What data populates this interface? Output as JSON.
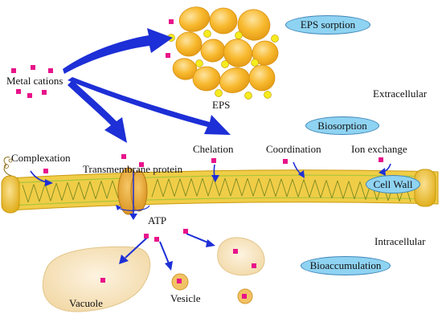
{
  "labels": {
    "metal_cations": "Metal cations",
    "eps": "EPS",
    "extracellular": "Extracellular",
    "complexation": "Complexation",
    "chelation": "Chelation",
    "coordination": "Coordination",
    "ion_exchange": "Ion exchange",
    "transmembrane_protein": "Transmembrane protein",
    "atp": "ATP",
    "intracellular": "Intracellular",
    "vacuole": "Vacuole",
    "vesicle": "Vesicle"
  },
  "mechanisms": {
    "eps_sorption": "EPS sorption",
    "biosorption": "Biosorption",
    "cell_wall": "Cell Wall",
    "bioaccumulation": "Bioaccumulation"
  },
  "colors": {
    "metal_ion": "#e8128a",
    "arrow": "#1d2fd6",
    "eps_bead": "#f7b228",
    "eps_small": "#f5ec1e",
    "membrane": "#e8c030",
    "vesicle_fill": "#f6e3bf",
    "pill_fill": "#8fd3f2"
  }
}
